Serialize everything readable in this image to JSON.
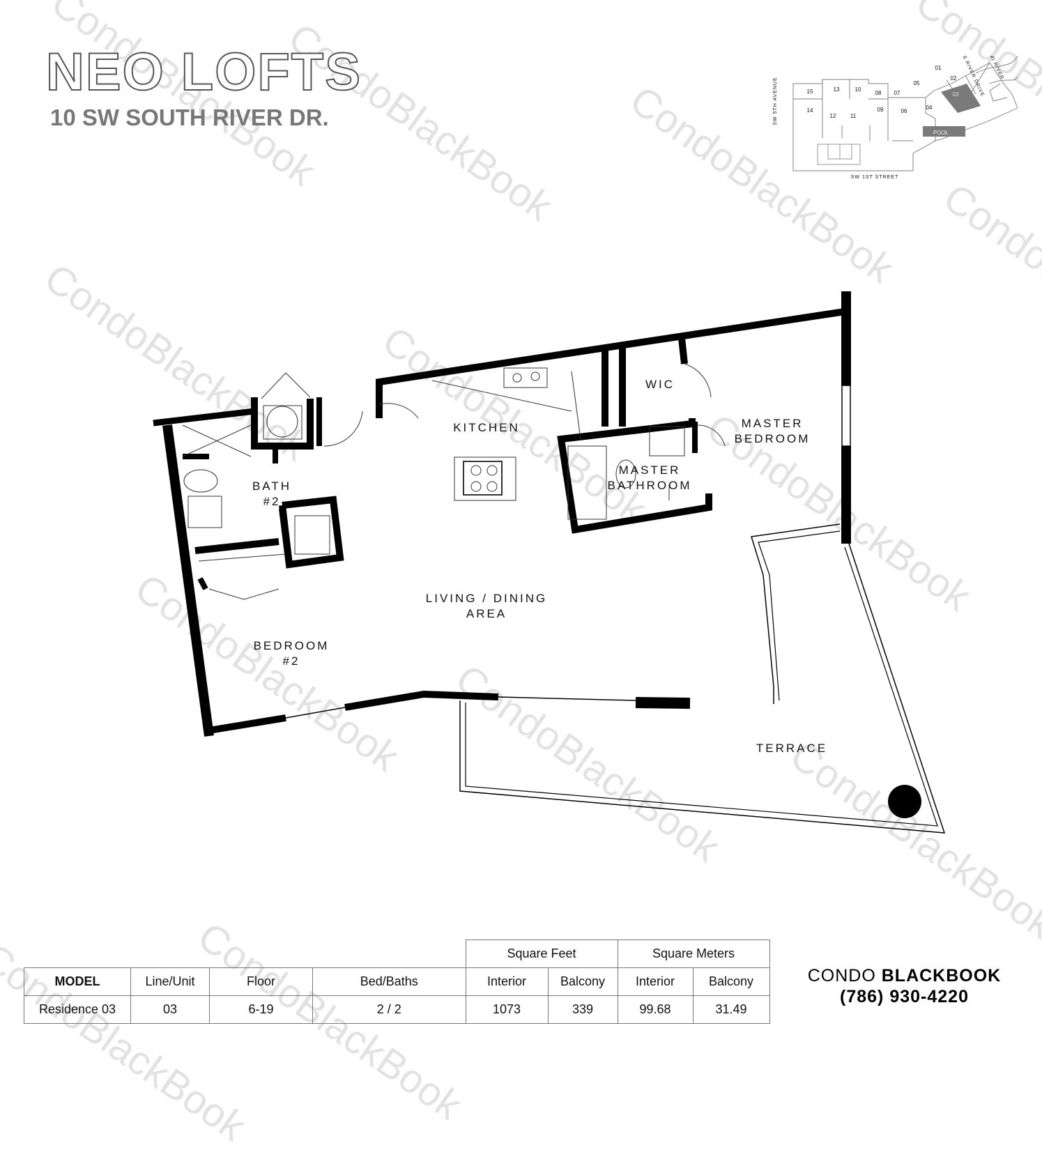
{
  "header": {
    "title": "NEO LOFTS",
    "address": "10 SW SOUTH RIVER DR."
  },
  "key_plan": {
    "streets": [
      "SW 5TH AVENUE",
      "SW 1ST STREET",
      "S RIVER DRIVE",
      "MIAMI RIVER"
    ],
    "units": [
      "15",
      "13",
      "10",
      "08",
      "07",
      "05",
      "01",
      "02",
      "03",
      "04",
      "06",
      "09",
      "11",
      "12",
      "14"
    ],
    "pool_label": "POOL",
    "highlight_unit": "03",
    "highlight_color": "#7a7a7a"
  },
  "rooms": {
    "kitchen": "KITCHEN",
    "wic": "WIC",
    "master_bedroom": [
      "MASTER",
      "BEDROOM"
    ],
    "master_bathroom": [
      "MASTER",
      "BATHROOM"
    ],
    "bath2": [
      "BATH",
      "#2"
    ],
    "living": [
      "LIVING / DINING",
      "AREA"
    ],
    "bedroom2": [
      "BEDROOM",
      "#2"
    ],
    "terrace": "TERRACE"
  },
  "table": {
    "group_headers": [
      "Square Feet",
      "Square Meters"
    ],
    "headers": [
      "MODEL",
      "Line/Unit",
      "Floor",
      "Bed/Baths",
      "Interior",
      "Balcony",
      "Interior",
      "Balcony"
    ],
    "row": [
      "Residence 03",
      "03",
      "6-19",
      "2 / 2",
      "1073",
      "339",
      "99.68",
      "31.49"
    ]
  },
  "brand": {
    "name_light": "CONDO",
    "name_bold": "BLACKBOOK",
    "phone": "(786) 930-4220"
  },
  "watermark": "CondoBlackBook"
}
